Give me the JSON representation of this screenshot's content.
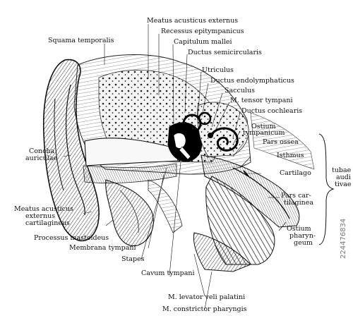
{
  "labels": {
    "meatus_acusticus_externus": "Meatus acusticus externus",
    "recessus_epitympanicus": "Recessus epitympanicus",
    "squama_temporalis": "Squama temporalis",
    "capitulum_mallei": "Capitulum mallei",
    "ductus_semicircularis": "Ductus semicircularis",
    "utriculus": "Utriculus",
    "ductus_endolymphaticus": "Ductus endolymphaticus",
    "sacculus": "Sacculus",
    "m_tensor_tympani": "M. tensor tympani",
    "ductus_cochlearis": "Ductus cochlearis",
    "ostium_tympanicum_1": "Ostium",
    "ostium_tympanicum_2": "tympanicum",
    "pars_ossea": "Pars ossea",
    "isthmus": "Isthmus",
    "cartilago": "Cartilago",
    "tubae_1": "tubae",
    "tubae_2": "audi",
    "tubae_3": "tivae",
    "concha_1": "Concha",
    "concha_2": "auriculae",
    "pars_cartilaginea_1": "Pars car-",
    "pars_cartilaginea_2": "tilaginea",
    "meatus_cart_1": "Meatus acusticus",
    "meatus_cart_2": "externus",
    "meatus_cart_3": "cartilagineus",
    "processus_mastoideus": "Processus mastoideus",
    "membrana_tympani": "Membrana tympani",
    "ostium_pharyngeum_1": "Ostium",
    "ostium_pharyngeum_2": "pharyn-",
    "ostium_pharyngeum_3": "geum",
    "stapes": "Stapes",
    "cavum_tympani": "Cavum tympani",
    "m_levator": "M. levator veli palatini",
    "m_constrictor": "M. constrictor pharyngis"
  },
  "watermark": {
    "id": "224476834"
  },
  "colors": {
    "ink": "#111111",
    "background": "#ffffff",
    "cavity": "#000000"
  }
}
